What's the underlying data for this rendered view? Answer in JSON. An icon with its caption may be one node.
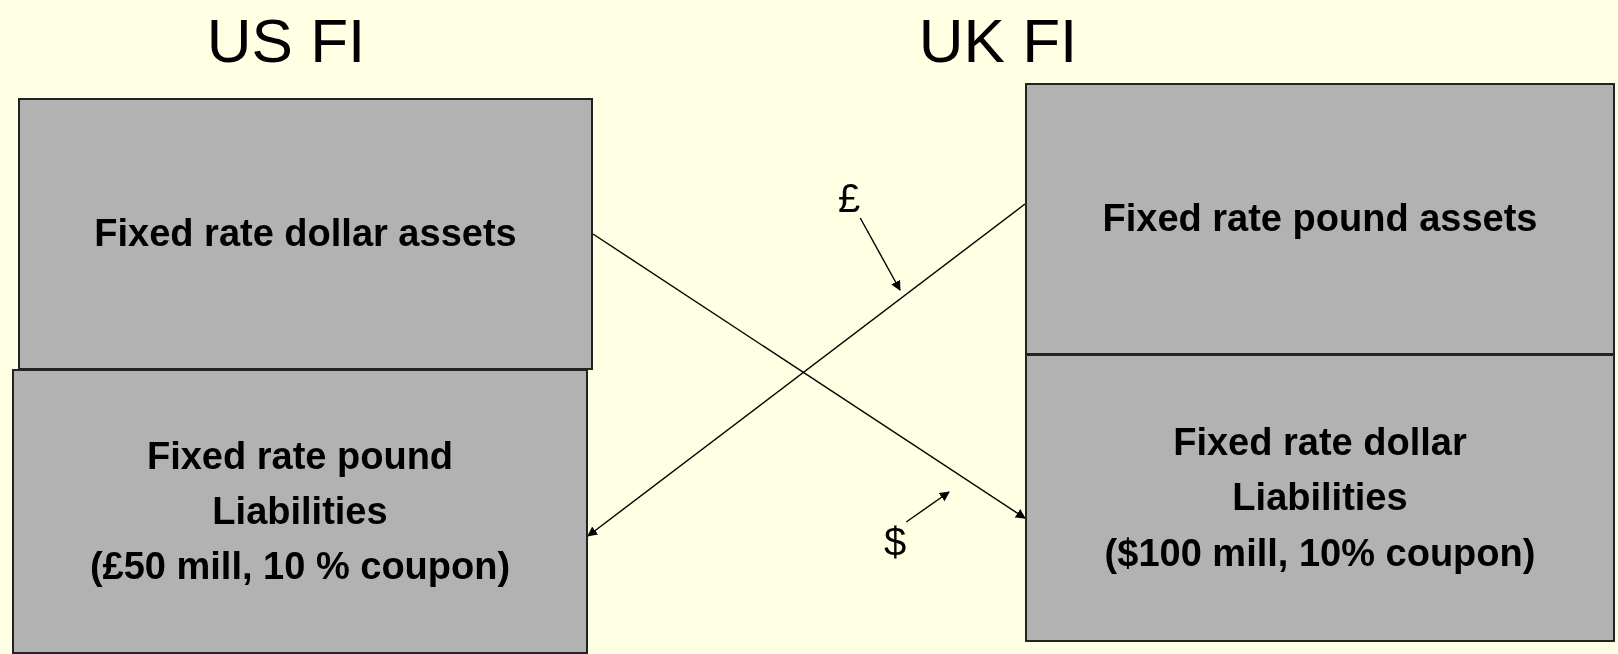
{
  "diagram": {
    "nodes": [
      {
        "text": [
          "Fixed rate dollar assets"
        ]
      },
      {
        "text": [
          "Fixed rate pound Liabilities",
          "(£50 mill, 10 % coupon)"
        ]
      },
      {
        "text": [
          "Fixed rate pound assets"
        ]
      },
      {
        "text": [
          "Fixed rate dollar Liabilities",
          "($100 mill, 10% coupon)"
        ]
      },
      {
        "text": [
          "£"
        ]
      },
      {
        "text": [
          "$"
        ]
      }
    ],
    "edges": [
      {
        "from": 0,
        "to": 3,
        "arrow": "to"
      },
      {
        "from": 2,
        "to": 1,
        "arrow": "to"
      },
      {
        "from": 4,
        "to": null,
        "arrow": "to"
      },
      {
        "from": 5,
        "to": null,
        "arrow": "to"
      }
    ],
    "labels": [
      "US FI",
      "UK FI"
    ]
  }
}
